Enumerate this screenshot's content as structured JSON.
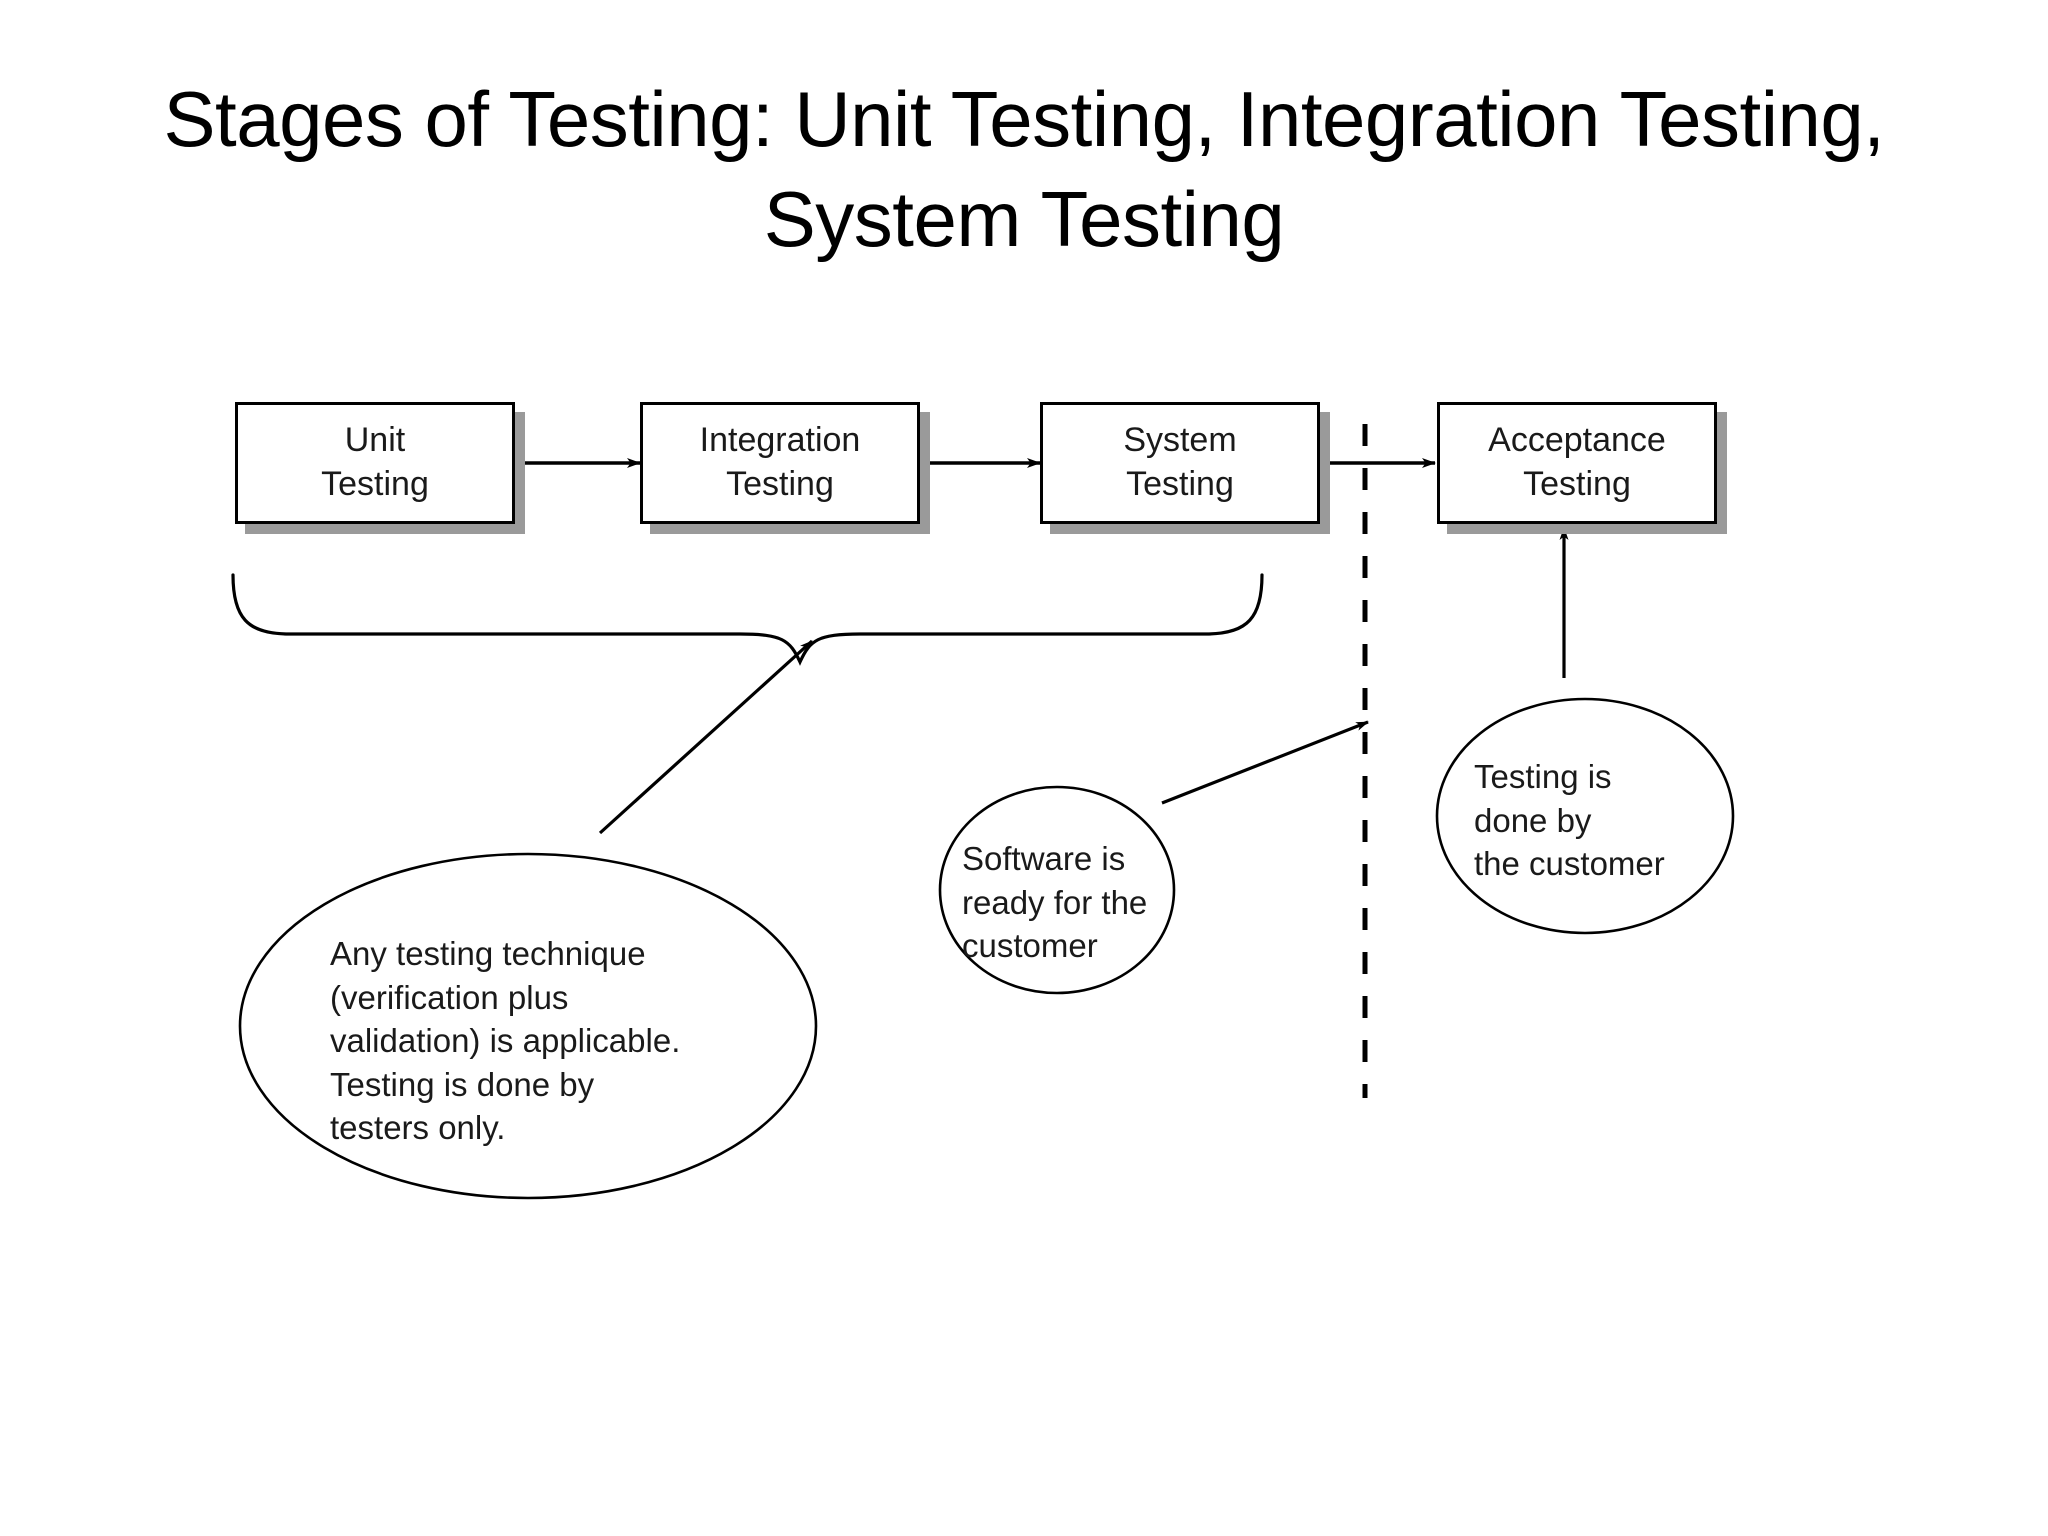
{
  "slide": {
    "title": "Stages of Testing: Unit Testing, Integration Testing, System Testing",
    "background_color": "#ffffff",
    "text_color": "#000000"
  },
  "diagram": {
    "kind": "flow-diagram",
    "stroke_color": "#000000",
    "shadow_color": "#9a9a9a",
    "boxes": [
      {
        "id": "unit-testing",
        "label": "Unit\nTesting"
      },
      {
        "id": "integration-testing",
        "label": "Integration\nTesting"
      },
      {
        "id": "system-testing",
        "label": "System\nTesting"
      },
      {
        "id": "acceptance-testing",
        "label": "Acceptance\nTesting"
      }
    ],
    "callouts": [
      {
        "id": "tester-scope",
        "label": "Any testing technique\n(verification plus\nvalidation) is applicable.\nTesting is done by\ntesters only."
      },
      {
        "id": "software-ready",
        "label": "Software is\nready for the\ncustomer"
      },
      {
        "id": "customer-testing",
        "label": "Testing is\ndone by\nthe customer"
      }
    ],
    "connectors": [
      {
        "id": "unit-to-integration",
        "style": "solid-arrow"
      },
      {
        "id": "integration-to-system",
        "style": "solid-arrow"
      },
      {
        "id": "system-to-acceptance",
        "style": "solid-arrow"
      },
      {
        "id": "tester-scope-to-brace",
        "style": "solid-arrow"
      },
      {
        "id": "software-ready-to-divider",
        "style": "solid-arrow"
      },
      {
        "id": "customer-to-acceptance",
        "style": "solid-arrow"
      }
    ],
    "divider": {
      "id": "phase-divider",
      "style": "dashed-vertical"
    },
    "brace": {
      "id": "tester-phase-brace",
      "style": "curly-brace-down"
    }
  }
}
